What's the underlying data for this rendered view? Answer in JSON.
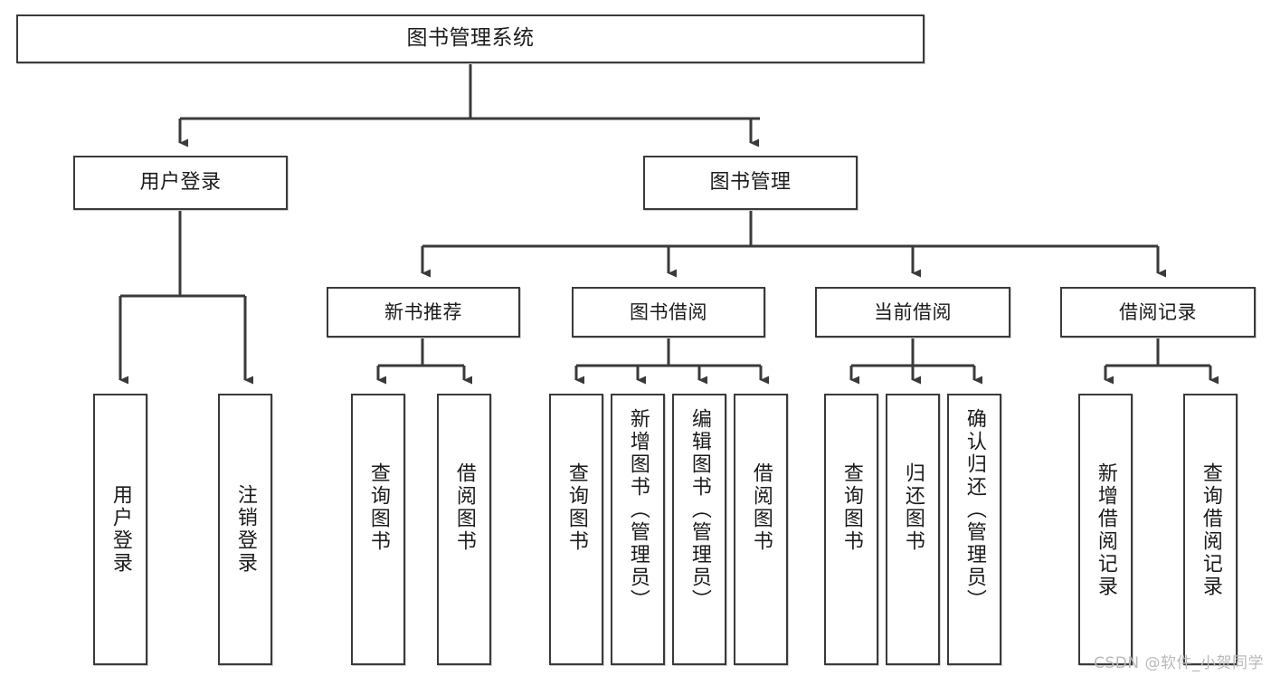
{
  "diagram": {
    "title": "图书管理系统",
    "watermark": "CSDN @软件_小贺同学",
    "accent_color": "#3a3a3a",
    "background_color": "#ffffff",
    "nodes": {
      "root": "图书管理系统",
      "level1": {
        "user_login": "用户登录",
        "book_manage": "图书管理"
      },
      "level2": {
        "new_book_recommend": "新书推荐",
        "book_borrow": "图书借阅",
        "current_borrow": "当前借阅",
        "borrow_record": "借阅记录"
      },
      "leaves": {
        "user_login_1": "用户登录",
        "user_login_2": "注销登录",
        "new_book_1": "查询图书",
        "new_book_2": "借阅图书",
        "borrow_1": "查询图书",
        "borrow_2": "新增图书（管理员）",
        "borrow_3": "编辑图书（管理员）",
        "borrow_4": "借阅图书",
        "current_1": "查询图书",
        "current_2": "归还图书",
        "current_3": "确认归还（管理员）",
        "record_1": "新增借阅记录",
        "record_2": "查询借阅记录"
      }
    }
  }
}
